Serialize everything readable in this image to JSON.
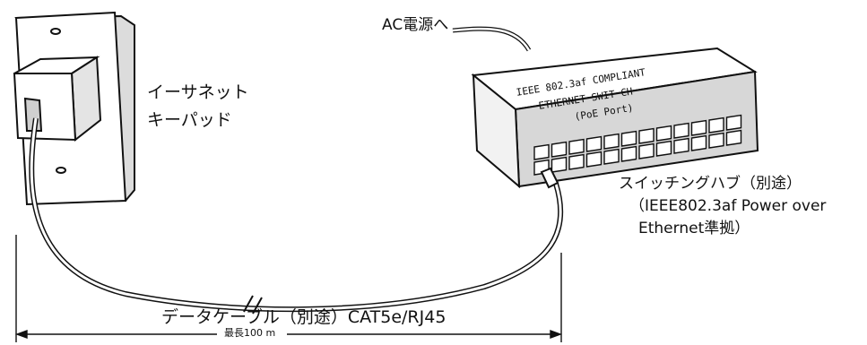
{
  "labels": {
    "ac_power": "AC電源へ",
    "keypad_line1": "イーサネット",
    "keypad_line2": "キーパッド",
    "switch_face_line1": "IEEE 802.3af COMPLIANT",
    "switch_face_line2": "ETHERNET SWIT CH",
    "switch_face_line3": "(PoE Port)",
    "hub_line1": "スイッチングハブ（別途）",
    "hub_line2": "（IEEE802.3af Power over",
    "hub_line3": "Ethernet準拠）",
    "cable": "データケーブル（別途）CAT5e/RJ45",
    "max_length": "最長100 m"
  },
  "colors": {
    "line": "#111111",
    "background": "#ffffff",
    "plate_shade": "#dddddd",
    "switch_front": "#cfcfcf"
  }
}
